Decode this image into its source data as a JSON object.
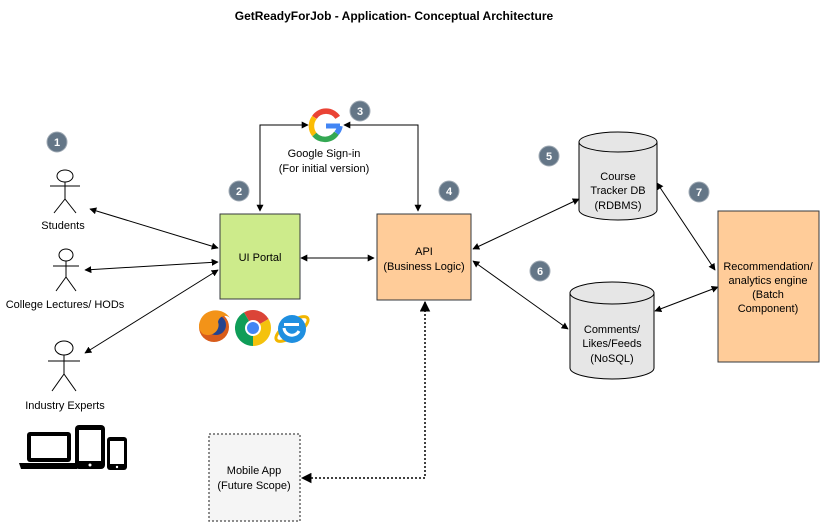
{
  "title": "GetReadyForJob - Application- Conceptual Architecture",
  "actors": {
    "students": "Students",
    "lecturers": "College Lectures/ HODs",
    "experts": "Industry Experts"
  },
  "nodes": {
    "ui_portal": "UI Portal",
    "api": [
      "API",
      "(Business Logic)"
    ],
    "course_db": [
      "Course",
      "Tracker DB",
      "(RDBMS)"
    ],
    "comments_db": [
      "Comments/",
      "Likes/Feeds",
      "(NoSQL)"
    ],
    "recommendation": [
      "Recommendation/",
      "analytics engine",
      "(Batch",
      "Component)"
    ],
    "mobile_app": [
      "Mobile App",
      "(Future Scope)"
    ],
    "google_signin": [
      "Google Sign-in",
      "(For initial version)"
    ]
  },
  "steps": [
    "1",
    "2",
    "3",
    "4",
    "5",
    "6",
    "7"
  ],
  "icons": [
    "stick-figure-icon",
    "google-logo-icon",
    "firefox-icon",
    "chrome-icon",
    "internet-explorer-icon",
    "laptop-icon",
    "tablet-icon",
    "phone-icon",
    "database-cylinder-icon"
  ],
  "colors": {
    "ui_portal_fill": "#cdeb8b",
    "ui_portal_stroke": "#36393d",
    "api_fill": "#ffcc99",
    "mobile_fill": "#f5f5f5",
    "mobile_stroke": "#666666",
    "db_fill": "#e6e6e6",
    "badge": "#647687"
  }
}
